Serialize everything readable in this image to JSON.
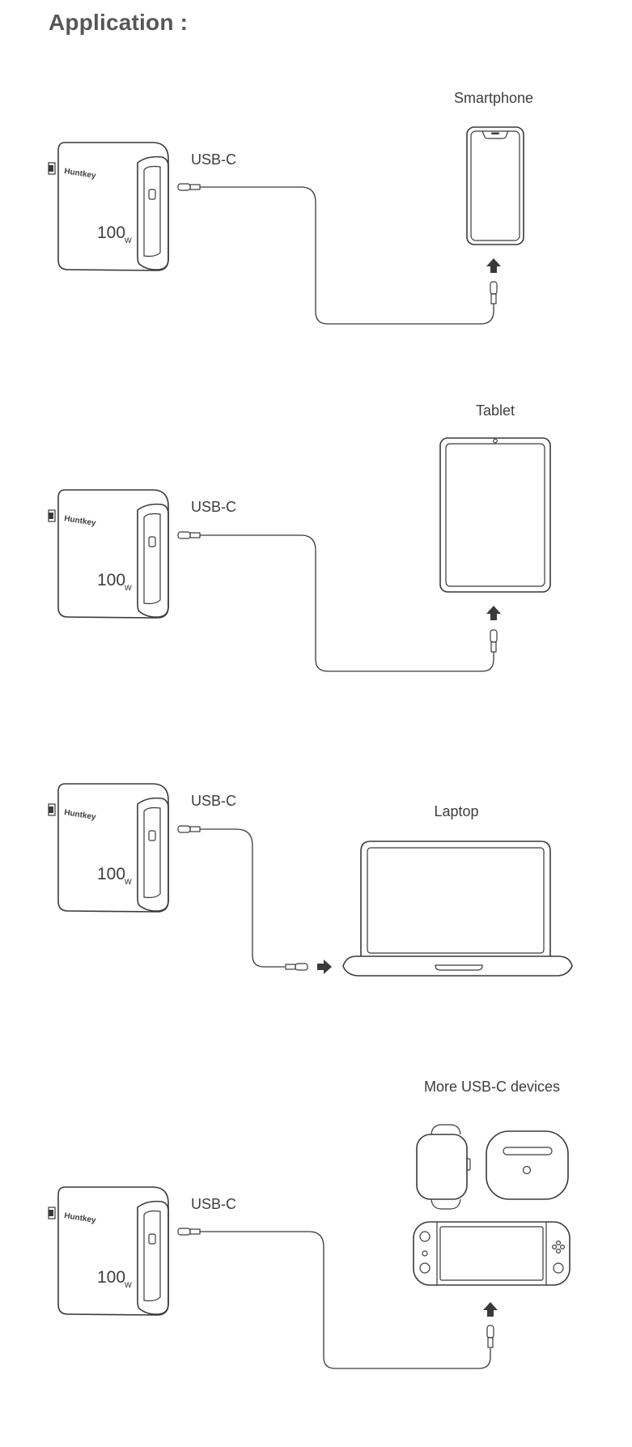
{
  "title": "Application :",
  "scenes": [
    {
      "charger": {
        "brand": "Huntkey",
        "wattage": "100",
        "unit": "w"
      },
      "cable_label": "USB-C",
      "device_label": "Smartphone",
      "device_icon": "smartphone-icon"
    },
    {
      "charger": {
        "brand": "Huntkey",
        "wattage": "100",
        "unit": "w"
      },
      "cable_label": "USB-C",
      "device_label": "Tablet",
      "device_icon": "tablet-icon"
    },
    {
      "charger": {
        "brand": "Huntkey",
        "wattage": "100",
        "unit": "w"
      },
      "cable_label": "USB-C",
      "device_label": "Laptop",
      "device_icon": "laptop-icon"
    },
    {
      "charger": {
        "brand": "Huntkey",
        "wattage": "100",
        "unit": "w"
      },
      "cable_label": "USB-C",
      "device_label": "More USB-C devices",
      "device_icon": "smartwatch-earbuds-game-console-icons"
    }
  ],
  "line_color": "#3a3a3a",
  "text_color": "#3d3d3d"
}
